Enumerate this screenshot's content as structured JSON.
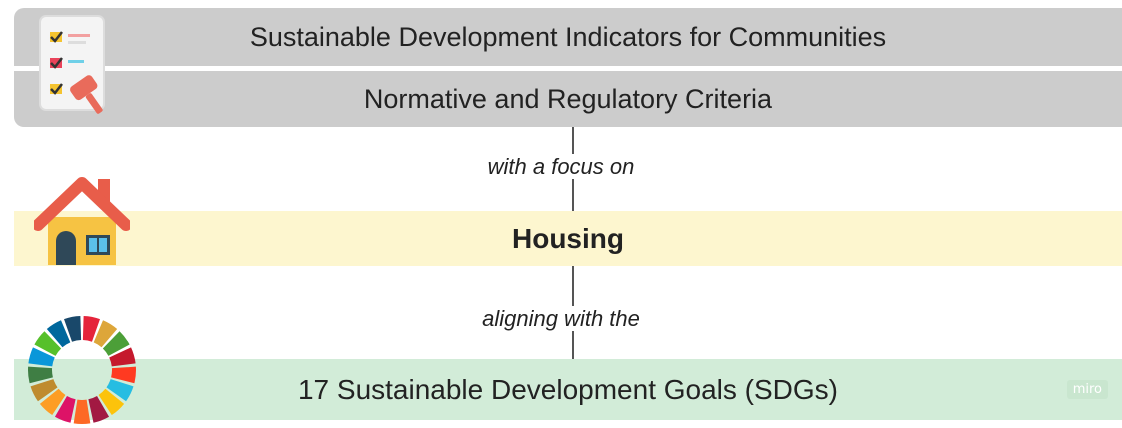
{
  "boxes": {
    "indicators": "Sustainable Development Indicators for Communities",
    "criteria": "Normative and Regulatory Criteria",
    "housing": "Housing",
    "sdgs": "17 Sustainable Development Goals (SDGs)"
  },
  "connectors": {
    "focus": "with a focus on",
    "aligning": "aligning with the"
  },
  "watermark": "miro",
  "colors": {
    "gray_band": "#cccccc",
    "housing_band": "#fdf6cf",
    "sdg_band": "#d2ecd8",
    "line": "#555555"
  },
  "icons": [
    "checklist-gavel-icon",
    "house-icon",
    "sdg-wheel-icon"
  ],
  "sdg_wheel_colors": [
    "#e5243b",
    "#dda63a",
    "#4c9f38",
    "#c5192d",
    "#ff3a21",
    "#26bde2",
    "#fcc30b",
    "#a21942",
    "#fd6925",
    "#dd1367",
    "#fd9d24",
    "#bf8b2e",
    "#3f7e44",
    "#0a97d9",
    "#56c02b",
    "#00689d",
    "#19486a"
  ]
}
